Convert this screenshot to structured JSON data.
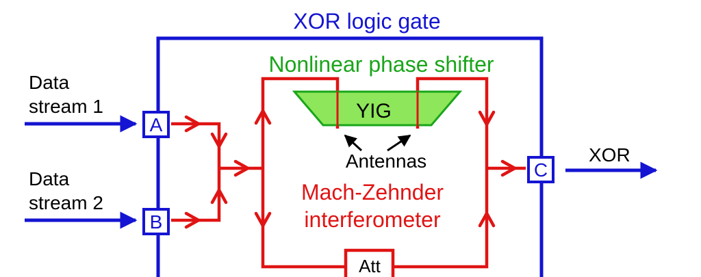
{
  "diagram": {
    "title": "XOR logic gate",
    "phase_shifter_label": "Nonlinear phase shifter",
    "yig_label": "YIG",
    "antennas_label": "Antennas",
    "interferometer_line1": "Mach-Zehnder",
    "interferometer_line2": "interferometer",
    "attenuator_label": "Att",
    "input1_line1": "Data",
    "input1_line2": "stream 1",
    "input2_line1": "Data",
    "input2_line2": "stream 2",
    "port_a": "A",
    "port_b": "B",
    "port_c": "C",
    "output_label": "XOR"
  },
  "colors": {
    "gate_blue": "#1414d2",
    "interferometer_red": "#e01414",
    "shifter_green": "#1aa51a",
    "yig_fill": "#8ee65a"
  }
}
